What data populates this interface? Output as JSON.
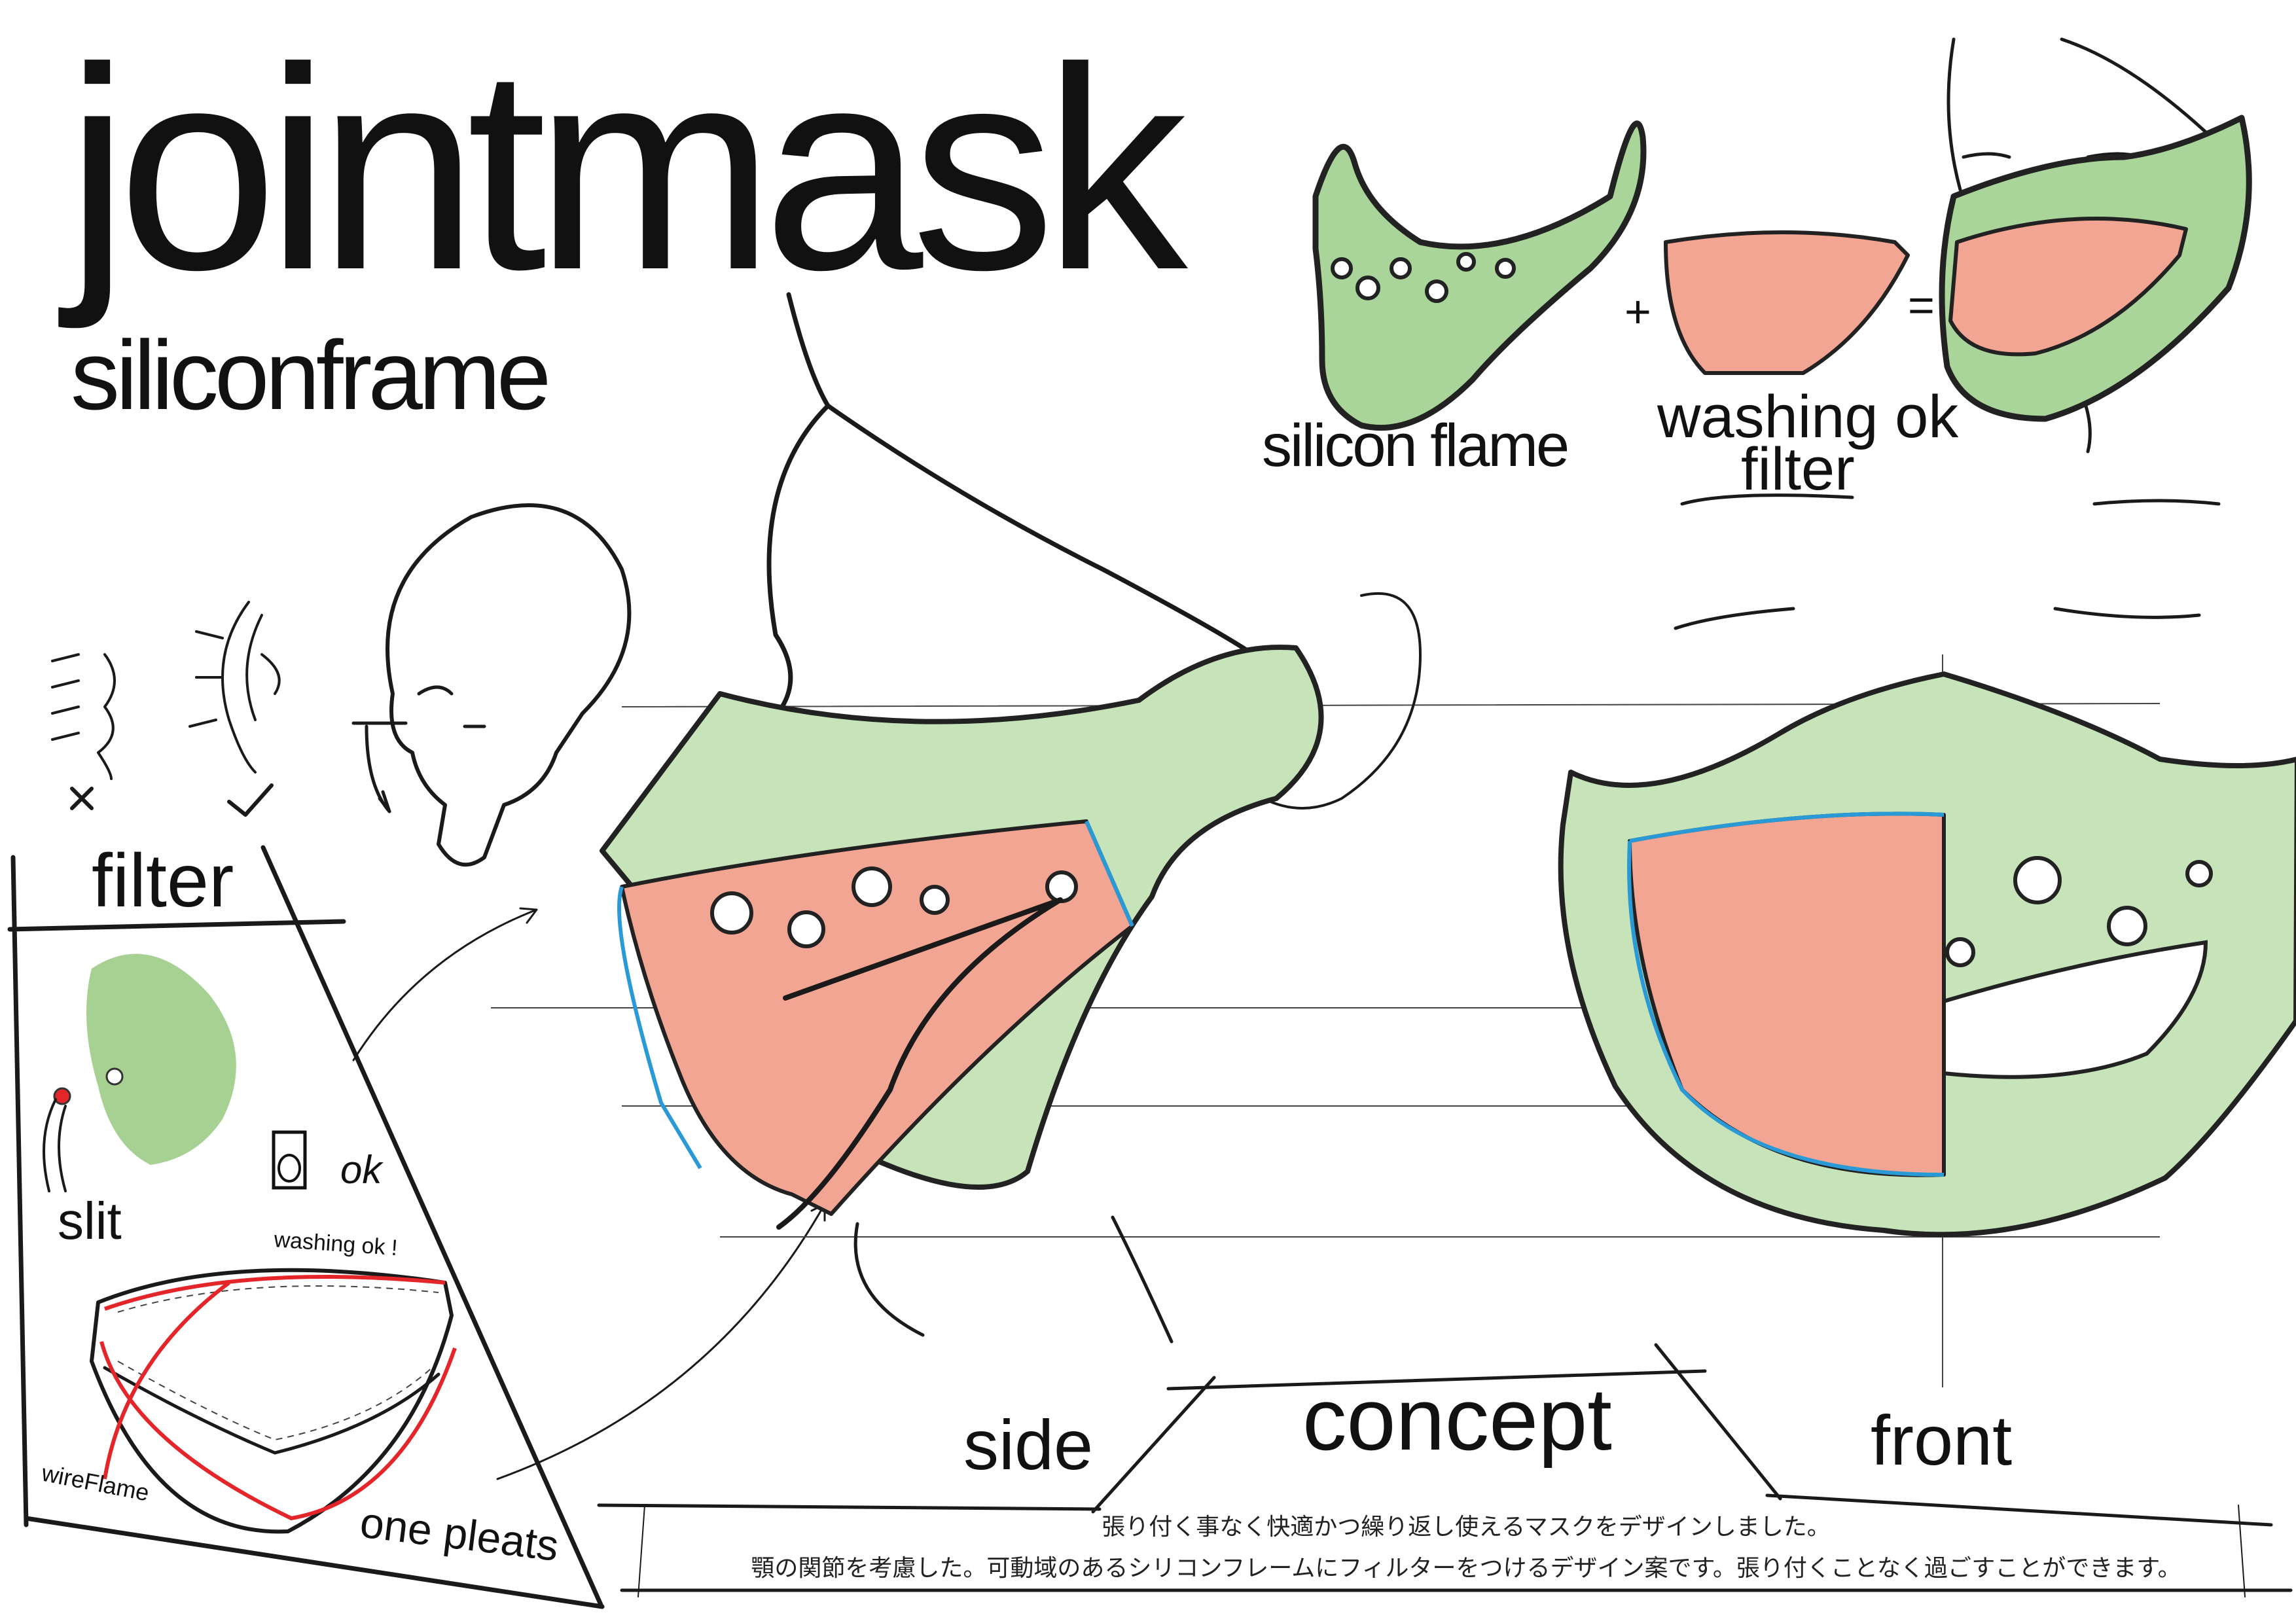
{
  "title": "jointmask",
  "subtitle": "siliconframe",
  "labels": {
    "filter": "filter",
    "slit": "slit",
    "ok": "ok",
    "washing_ok": "washing ok !",
    "wireflame": "wireFlame",
    "one_pleats": "one pleats",
    "side": "side",
    "concept": "concept",
    "front": "front"
  },
  "equation": {
    "part1": "silicon flame",
    "plus": "+",
    "part2_line1": "washing ok",
    "part2_line2": "filter",
    "equals": "="
  },
  "description": {
    "line1": "張り付く事なく快適かつ繰り返し使えるマスクをデザインしました。",
    "line2": "顎の関節を考慮した。可動域のあるシリコンフレームにフィルターをつけるデザイン案です。張り付くことなく過ごすことができます。"
  },
  "colors": {
    "silicon_green": "#a9d49a",
    "filter_salmon": "#f2a592",
    "outline_blue": "#2a9ad6",
    "wire_red": "#e4262a"
  }
}
